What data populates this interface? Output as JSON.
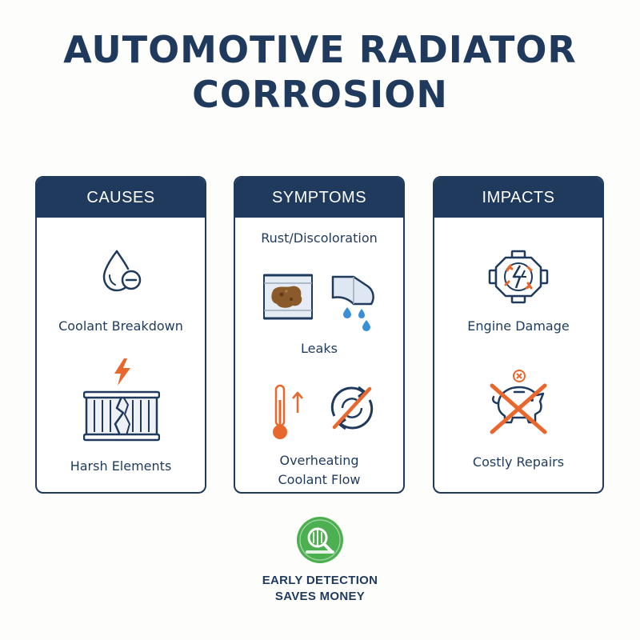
{
  "title": {
    "line1": "AUTOMOTIVE RADIATOR",
    "line2": "CORROSION"
  },
  "colors": {
    "navy": "#1f3a5c",
    "orange": "#e8672c",
    "blue_drop": "#3a8fd6",
    "rust_brown": "#8a5a2b",
    "green": "#4caf50"
  },
  "causes": {
    "header": "CAUSES",
    "items": [
      {
        "label": "Coolant Breakdown",
        "icon": "coolant-drop-minus-icon"
      },
      {
        "label": "Harsh Elements",
        "icon": "cracked-radiator-lightning-icon"
      }
    ]
  },
  "symptoms": {
    "header": "SYMPTOMS",
    "items": [
      {
        "label": "Rust/Discoloration",
        "icon": "rust-patch-icon"
      },
      {
        "label": "Leaks",
        "icon": "leaking-pipe-icon"
      },
      {
        "label_line1": "Overheating",
        "label_line2": "Coolant Flow",
        "icon": "thermometer-blocked-flow-icon"
      }
    ]
  },
  "impacts": {
    "header": "IMPACTS",
    "items": [
      {
        "label": "Engine Damage",
        "icon": "engine-damage-icon"
      },
      {
        "label": "Costly Repairs",
        "icon": "piggy-bank-crossed-icon"
      }
    ]
  },
  "footer": {
    "line1": "EARLY DETECTION",
    "line2": "SAVES MONEY",
    "icon": "radiator-magnifier-icon"
  }
}
